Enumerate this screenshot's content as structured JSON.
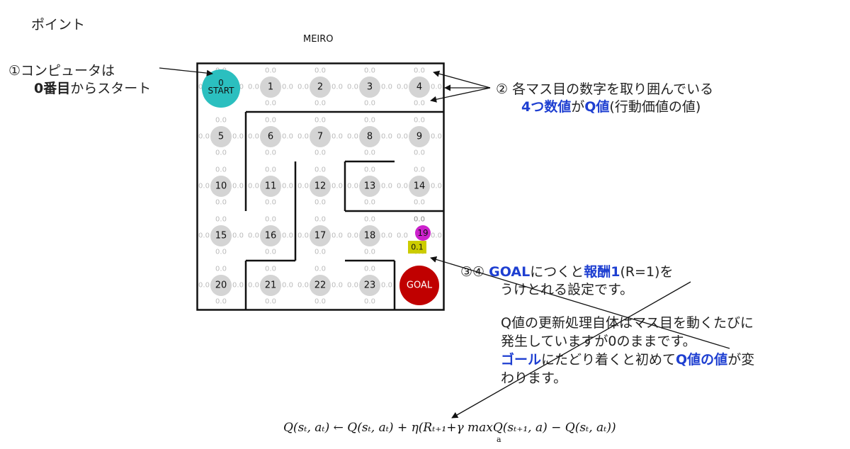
{
  "heading": "ポイント",
  "maze": {
    "title": "MEIRO",
    "start_label": "START",
    "goal_label": "GOAL",
    "agent_cell": "19",
    "agent_value": "0.1",
    "q_value": "0.0",
    "cells": [
      "0",
      "1",
      "2",
      "3",
      "4",
      "5",
      "6",
      "7",
      "8",
      "9",
      "10",
      "11",
      "12",
      "13",
      "14",
      "15",
      "16",
      "17",
      "18",
      "19",
      "20",
      "21",
      "22",
      "23"
    ]
  },
  "annotations": {
    "a1": {
      "mark": "①",
      "line1": "コンピュータは",
      "bold": "0番目",
      "rest": "からスタート"
    },
    "a2": {
      "mark": "②",
      "line1": "各マス目の数字を取り囲んでいる",
      "blue1": "4つ数値",
      "mid": "が",
      "blue2": "Q値",
      "rest": "(行動価値の値)"
    },
    "a3": {
      "mark": "③④",
      "blue1": "GOAL",
      "mid1": "につくと",
      "blue2": "報酬1",
      "mid2": "(R=1)を",
      "line2": "うけとれる設定です。"
    },
    "a4": {
      "line1": "Q値の更新処理自体はマス目を動くたびに",
      "line2": "発生していますが0のままです。",
      "blue1": "ゴール",
      "mid": "にたどり着くと初めて",
      "blue2": "Q値の値",
      "end": "が変",
      "line4": "わります。"
    }
  },
  "formula": {
    "text": "Q(sₜ, aₜ) ← Q(sₜ, aₜ) + η(Rₜ₊₁+γ maxQ(sₜ₊₁, a) − Q(sₜ, aₜ))",
    "sub": "a"
  },
  "colors": {
    "start": "#2bbfbf",
    "goal": "#c00000",
    "agent": "#cc22cc",
    "agent_box": "#cccc00",
    "cell": "#d4d4d4",
    "annotation_blue": "#1e3fd1"
  }
}
